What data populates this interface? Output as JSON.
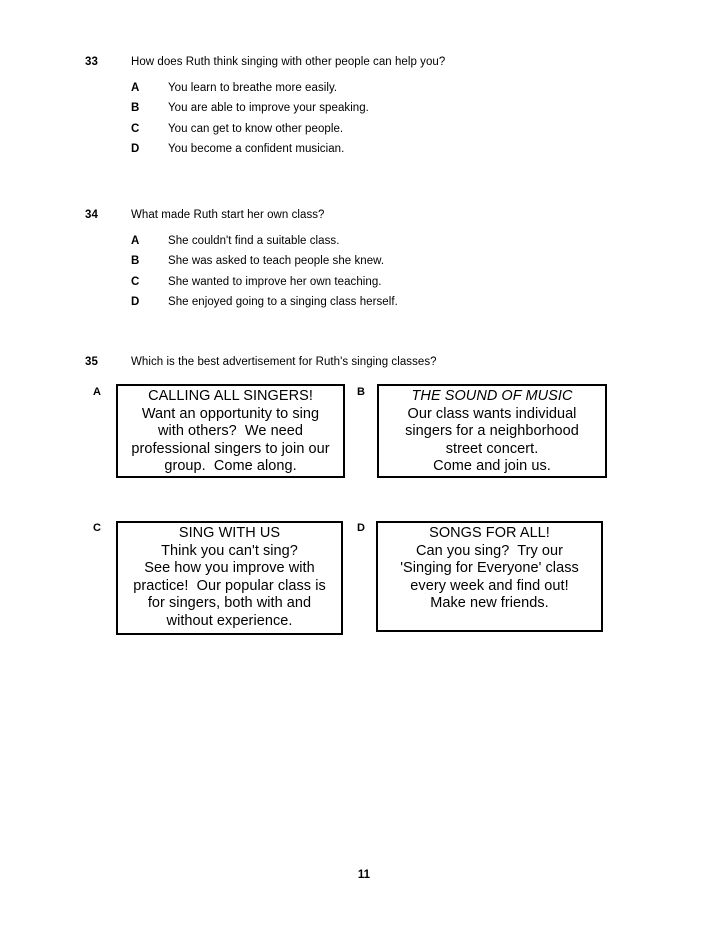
{
  "page": {
    "number": "11"
  },
  "questions": [
    {
      "number": "33",
      "stem": "How does Ruth think singing with other people can help you?",
      "options": [
        {
          "letter": "A",
          "text": "You learn to breathe more easily."
        },
        {
          "letter": "B",
          "text": "You are able to improve your speaking."
        },
        {
          "letter": "C",
          "text": "You can get to know other people."
        },
        {
          "letter": "D",
          "text": "You become a confident musician."
        }
      ]
    },
    {
      "number": "34",
      "stem": "What made Ruth start her own class?",
      "options": [
        {
          "letter": "A",
          "text": "She couldn't find a suitable class."
        },
        {
          "letter": "B",
          "text": "She was asked to teach people she knew."
        },
        {
          "letter": "C",
          "text": "She wanted to improve her own teaching."
        },
        {
          "letter": "D",
          "text": "She enjoyed going to a singing class herself."
        }
      ]
    },
    {
      "number": "35",
      "stem": "Which is the best advertisement for Ruth's singing classes?",
      "options": []
    }
  ],
  "advertisements": [
    {
      "label": "A",
      "heading_italic": false,
      "lines": [
        "CALLING ALL SINGERS!",
        "Want an opportunity to sing",
        "with others?  We need",
        "professional singers to join our",
        "group.  Come along."
      ]
    },
    {
      "label": "B",
      "heading_italic": true,
      "lines": [
        "THE SOUND OF MUSIC",
        "Our class wants individual",
        "singers for a neighborhood",
        "street concert.",
        "Come and join us."
      ]
    },
    {
      "label": "C",
      "heading_italic": false,
      "lines": [
        "SING WITH US",
        "Think you can't sing?",
        "See how you improve with",
        "practice!  Our popular class is",
        "for singers, both with and",
        "without experience."
      ]
    },
    {
      "label": "D",
      "heading_italic": false,
      "lines": [
        "SONGS FOR ALL!",
        "Can you sing?  Try our",
        "'Singing for Everyone' class",
        "every week and find out!",
        "Make new friends."
      ]
    }
  ]
}
